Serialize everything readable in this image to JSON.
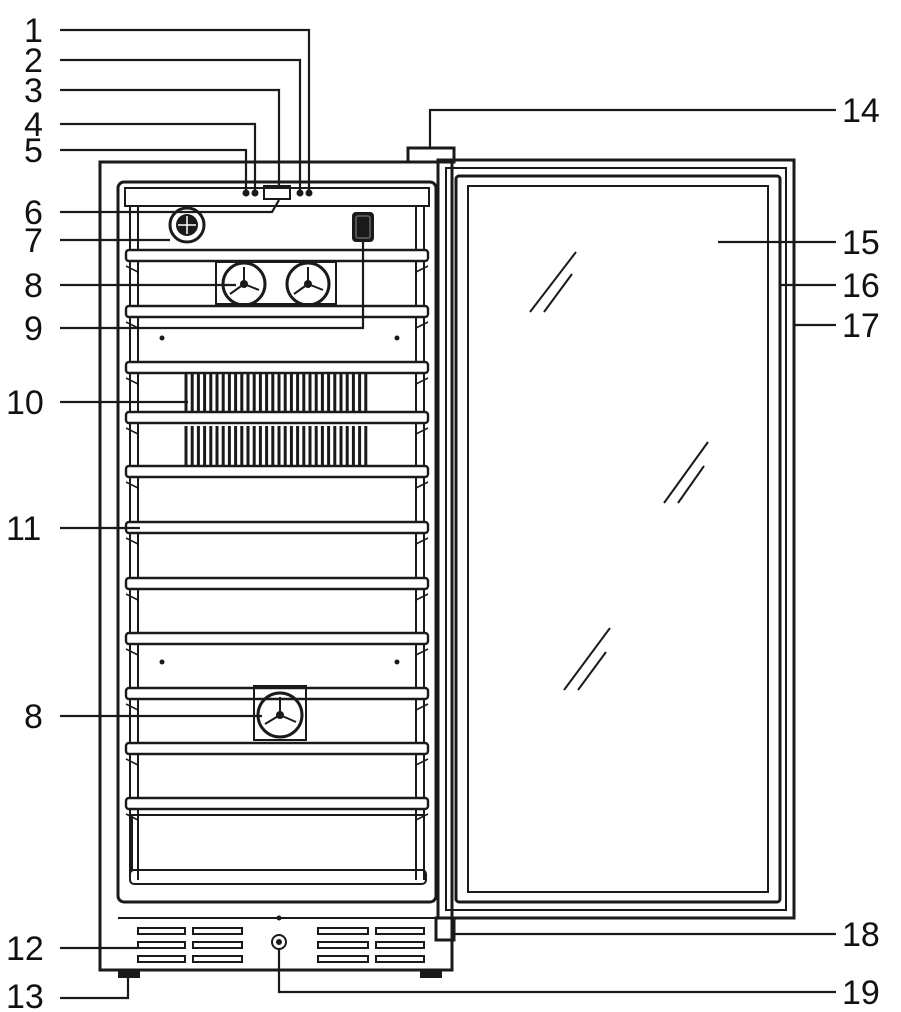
{
  "diagram": {
    "labels": {
      "l1": "1",
      "l2": "2",
      "l3": "3",
      "l4": "4",
      "l5": "5",
      "l6": "6",
      "l7": "7",
      "l8a": "8",
      "l9": "9",
      "l10": "10",
      "l11": "11",
      "l8b": "8",
      "l12": "12",
      "l13": "13",
      "l14": "14",
      "l15": "15",
      "l16": "16",
      "l17": "17",
      "l18": "18",
      "l19": "19"
    },
    "shelf_count": 12,
    "colors": {
      "line": "#1a1a1a",
      "background": "#ffffff"
    }
  }
}
